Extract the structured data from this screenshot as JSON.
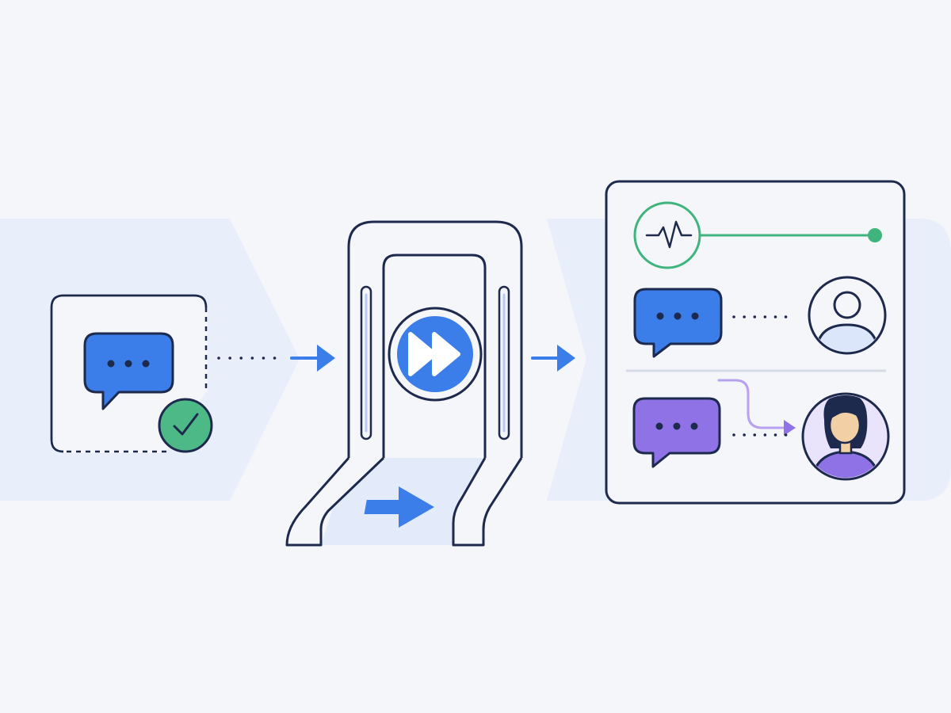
{
  "diagram": {
    "stages": [
      {
        "id": "validated-message",
        "icon": "chat-bubble-check-icon"
      },
      {
        "id": "fast-forward-gate",
        "icon": "fast-forward-icon"
      },
      {
        "id": "routing-panel",
        "icon": "activity-pulse-icon"
      }
    ],
    "routes": [
      {
        "id": "route-generic-user",
        "bubble_icon": "chat-bubble-icon",
        "target_icon": "user-avatar-icon"
      },
      {
        "id": "route-agent",
        "bubble_icon": "chat-bubble-icon",
        "target_icon": "agent-avatar-icon"
      }
    ]
  },
  "colors": {
    "background": "#f5f6fa",
    "band": "#e9eefb",
    "outline": "#1d2a4d",
    "blue": "#3b7de9",
    "green": "#3fb47d",
    "green_fill": "#4cb987",
    "purple": "#8f72e6",
    "purple_light": "#b7a1f0",
    "avatar_light": "#dce6fb"
  }
}
